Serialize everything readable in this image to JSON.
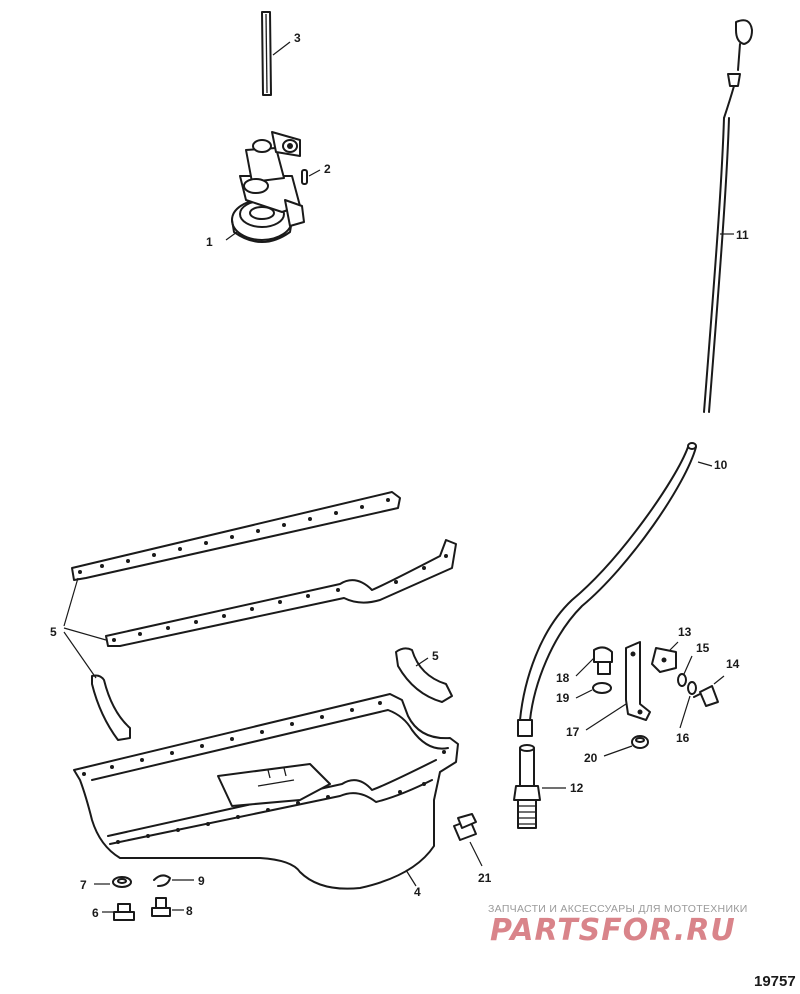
{
  "diagram_id": "19757",
  "callouts": {
    "c1": "1",
    "c2": "2",
    "c3": "3",
    "c4": "4",
    "c5a": "5",
    "c5b": "5",
    "c6": "6",
    "c7": "7",
    "c8": "8",
    "c9": "9",
    "c10": "10",
    "c11": "11",
    "c12": "12",
    "c13": "13",
    "c14": "14",
    "c15": "15",
    "c16": "16",
    "c17": "17",
    "c18": "18",
    "c19": "19",
    "c20": "20",
    "c21": "21"
  },
  "watermark": {
    "tagline": "ЗАПЧАСТИ И АКСЕССУАРЫ ДЛЯ МОТОТЕХНИКИ",
    "logo": "PARTSFOR.RU"
  },
  "colors": {
    "ink": "#1a1a1a",
    "watermark": "#d9848a"
  }
}
